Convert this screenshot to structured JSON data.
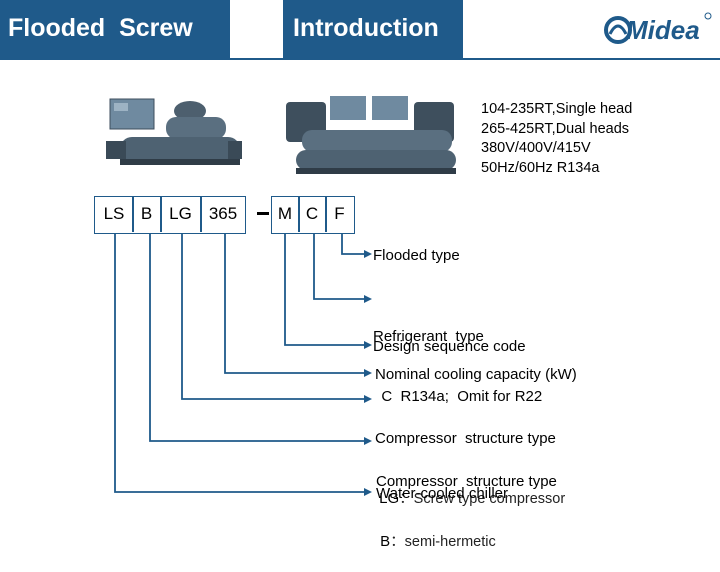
{
  "header": {
    "title": "Flooded  Screw",
    "section": "Introduction",
    "brand": "Midea"
  },
  "specs": [
    "104-235RT,Single head",
    "265-425RT,Dual heads",
    "380V/400V/415V",
    "50Hz/60Hz   R134a"
  ],
  "model_code": {
    "left_cells": [
      "LS",
      "B",
      "LG",
      "365"
    ],
    "right_cells": [
      "M",
      "C",
      "F"
    ]
  },
  "legend": {
    "flooded": "Flooded type",
    "refrigerant_title": "Refrigerant  type",
    "refrigerant_detail": "  C  R134a;  Omit for R22",
    "design_seq": "Design sequence code",
    "capacity": "Nominal cooling capacity (kW)",
    "compressor1_title": "Compressor  structure type",
    "compressor1_code": " LG",
    "compressor1_detail": "：Screw type compressor",
    "compressor2_title": "Compressor  structure type",
    "compressor2_code": " B",
    "compressor2_detail": "：semi-hermetic",
    "water_cooled": "Water-cooled chiller"
  },
  "colors": {
    "brand_blue": "#1f5a8a",
    "machine_body": "#5a6f80"
  },
  "icons": [
    "midea-logo-icon",
    "chiller-machine-image",
    "dual-chiller-machine-image"
  ]
}
